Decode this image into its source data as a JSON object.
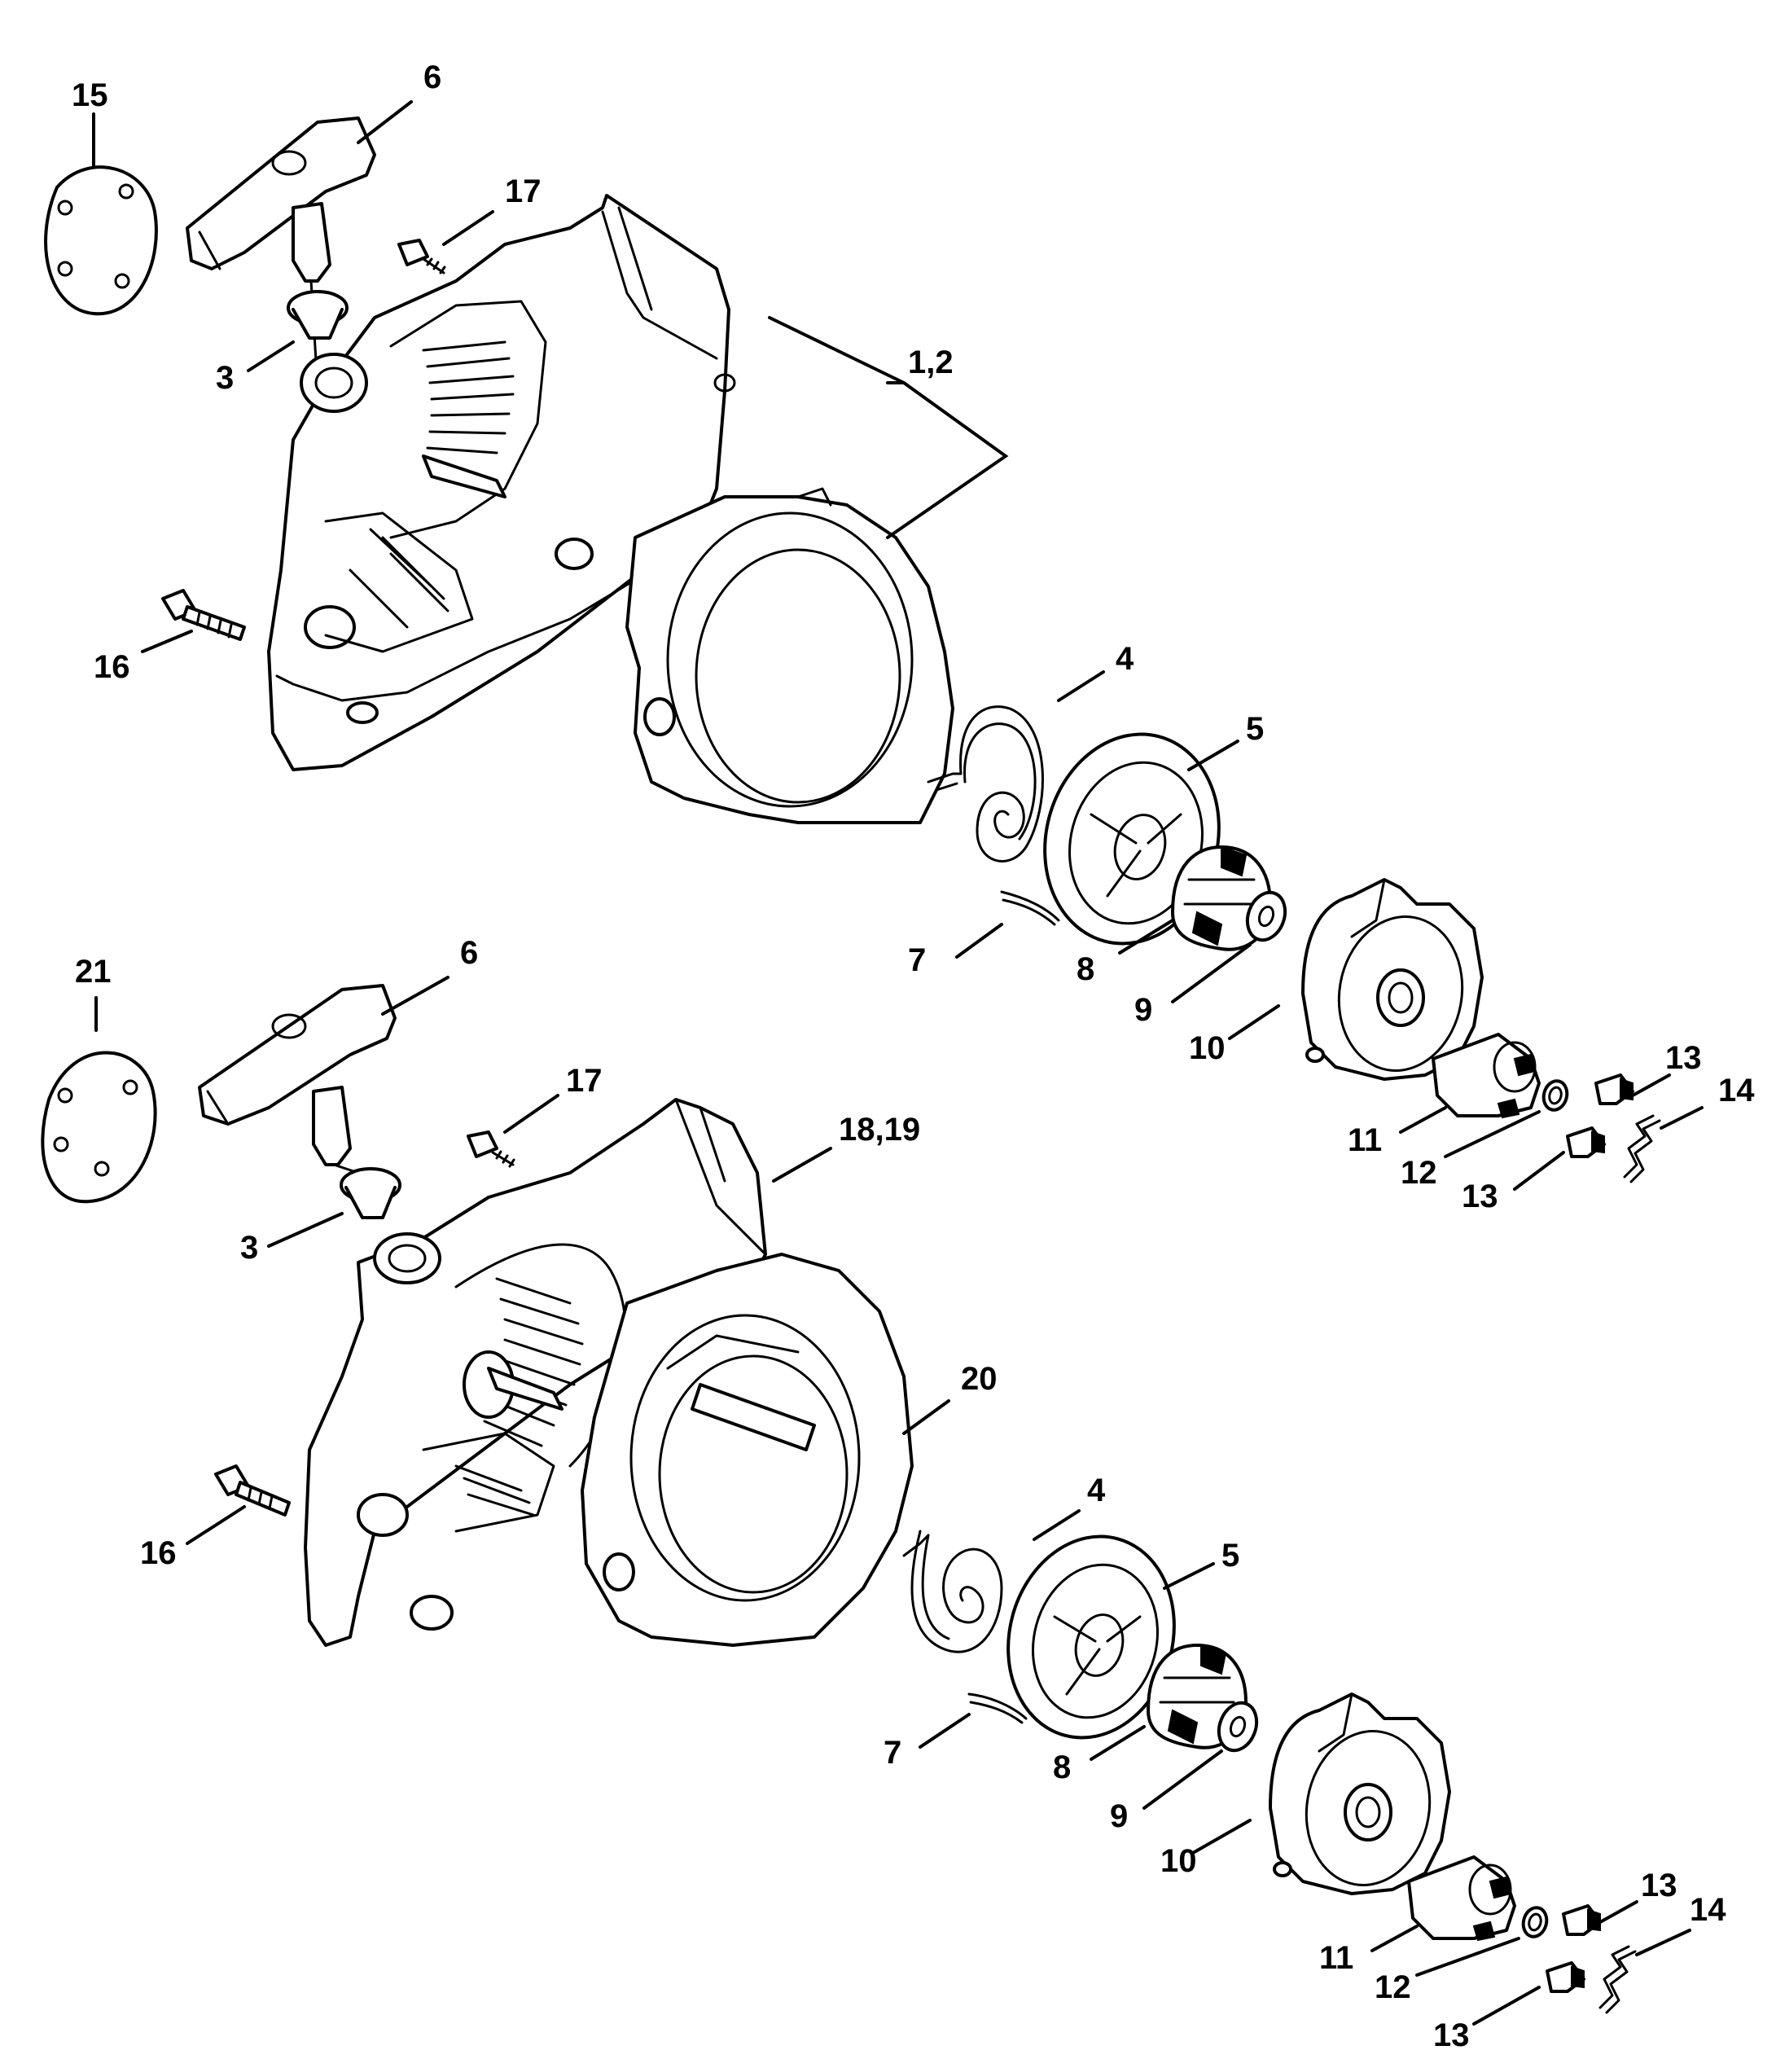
{
  "diagram": {
    "title": "Rewind starter exploded view",
    "top_assembly": {
      "labels": {
        "disc": "15",
        "grip": "6",
        "screw_17": "17",
        "housing": "1,2",
        "sleeve": "3",
        "screw_16": "16",
        "spring": "4",
        "rope_rotor": "5",
        "rope": "7",
        "pawl_carrier": "8",
        "washer": "9",
        "fan_hub": "10",
        "collar": "11",
        "ring": "12",
        "pawl_a": "13",
        "pawl_b": "13",
        "spring_clip": "14"
      }
    },
    "bottom_assembly": {
      "labels": {
        "disc": "21",
        "grip": "6",
        "screw_17": "17",
        "housing": "18,19",
        "sleeve": "3",
        "shroud": "20",
        "screw_16": "16",
        "spring": "4",
        "rope_rotor": "5",
        "rope": "7",
        "pawl_carrier": "8",
        "washer": "9",
        "fan_hub": "10",
        "collar": "11",
        "ring": "12",
        "pawl_a": "13",
        "pawl_b": "13",
        "spring_clip": "14"
      }
    }
  }
}
